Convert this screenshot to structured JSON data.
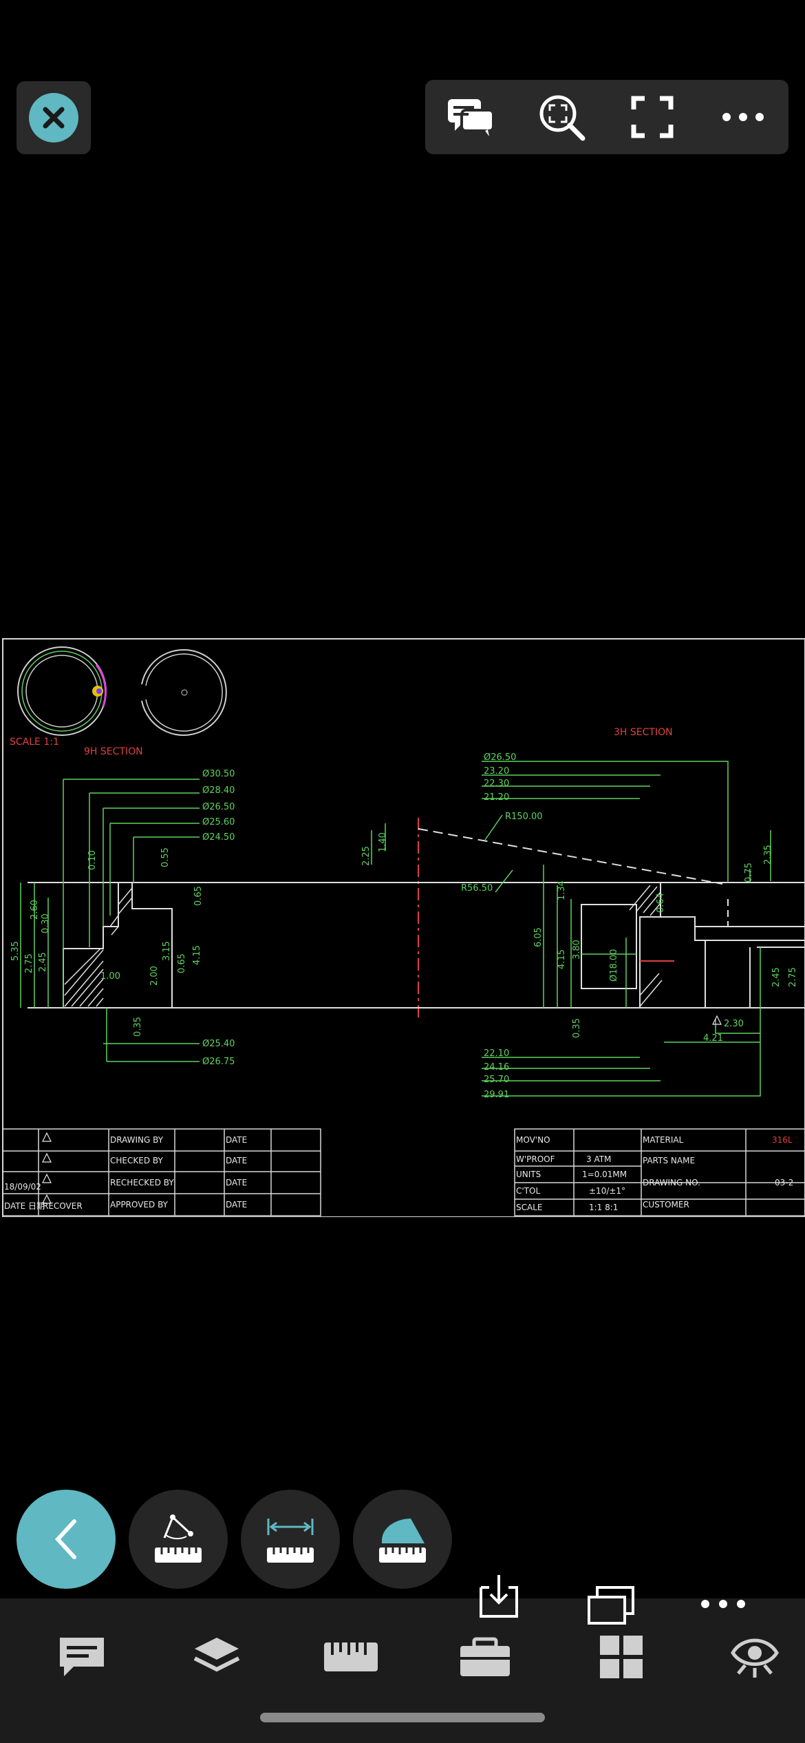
{
  "toolbar": {
    "icons": [
      "close-icon",
      "comment-icon",
      "zoom-fit-icon",
      "fullscreen-icon",
      "more-icon"
    ]
  },
  "drawing": {
    "scale_label": "SCALE 1:1",
    "section_left": "9H SECTION",
    "section_right": "3H SECTION",
    "dims_left": [
      "Ø30.50",
      "Ø28.40",
      "Ø26.50",
      "Ø25.60",
      "Ø24.50",
      "Ø25.40",
      "Ø26.75",
      "5.35",
      "2.75",
      "2.60",
      "2.45",
      "0.30",
      "0.10",
      "0.55",
      "0.65",
      "3.15",
      "4.15",
      "2.00",
      "0.35",
      "1.00",
      "2.25",
      "1.40"
    ],
    "dims_right": [
      "Ø26.50",
      "23.20",
      "22.30",
      "21.20",
      "R150.00",
      "R56.50",
      "1.34",
      "6.05",
      "4.15",
      "3.80",
      "Ø18.00",
      "0.64",
      "2.35",
      "0.75",
      "2.45",
      "2.75",
      "0.35",
      "22.10",
      "24.16",
      "25.70",
      "29.91",
      "2.30",
      "4.21"
    ],
    "title_block": {
      "date_recover": "18/09/02",
      "date_label": "DATE 日期",
      "recover_label": "RECOVER",
      "drawing_by": "DRAWING BY",
      "checked_by": "CHECKED BY",
      "rechecked_by": "RECHECKED BY",
      "approved_by": "APPROVED BY",
      "date": "DATE",
      "mov_no": "MOV'NO",
      "wproof": "W'PROOF",
      "wproof_val": "3 ATM",
      "units": "UNITS",
      "units_val": "1=0.01MM",
      "tol": "C'TOL",
      "tol_val": "±10/±1°",
      "scale": "SCALE",
      "scale_val": "1:1  8:1",
      "material": "MATERIAL",
      "material_val": "316L",
      "parts_name": "PARTS   NAME",
      "drawing_no": "DRAWING   NO.",
      "drawing_no_val": "03-2",
      "customer": "CUSTOMER"
    }
  },
  "tools": {
    "icons": [
      "back-chevron-icon",
      "angle-ruler-icon",
      "distance-ruler-icon",
      "area-ruler-icon"
    ]
  },
  "bottom_nav": {
    "icons": [
      "comment-icon",
      "layers-icon",
      "ruler-icon",
      "toolbox-icon",
      "layout-icon",
      "view-icon"
    ],
    "badges": [
      "download-icon",
      "more-icon"
    ]
  }
}
